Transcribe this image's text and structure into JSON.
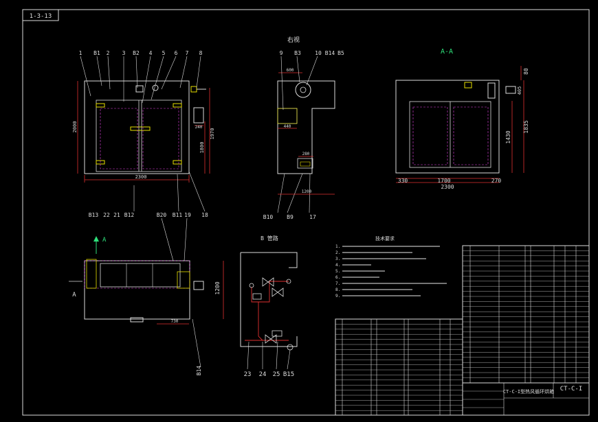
{
  "drawing_code": "1-3-13",
  "views": {
    "front": {
      "callouts": [
        "1",
        "B1",
        "2",
        "3",
        "B2",
        "4",
        "5",
        "6",
        "7",
        "8"
      ],
      "bottom_callouts": [
        "B13",
        "22",
        "21",
        "B12",
        "B11",
        "18"
      ],
      "dims": {
        "width": "2300",
        "height": "2000",
        "d1": "1970",
        "d2": "1800",
        "d3": "240"
      }
    },
    "side": {
      "title": "右视",
      "callouts": [
        "9",
        "B3",
        "10",
        "B14",
        "B5"
      ],
      "bottom_callouts": [
        "B10",
        "B9",
        "17"
      ],
      "dims": {
        "top": "600",
        "box": "440",
        "fan": "280",
        "base": "1200"
      }
    },
    "section": {
      "title": "A-A",
      "dims": {
        "top": "80",
        "side1": "405",
        "height": "1835",
        "inner": "1430",
        "left": "330",
        "mid": "1700",
        "right": "270",
        "total": "2300"
      }
    },
    "top": {
      "marker": "A",
      "section_letter": "A",
      "callouts": [
        "B20",
        "19"
      ],
      "bottom_callout": "B14",
      "dims": {
        "depth": "1200",
        "bottom": "730"
      }
    },
    "piping": {
      "title": "B 管路",
      "callouts": [
        "23",
        "24",
        "25",
        "B15"
      ]
    }
  },
  "notes": {
    "title": "技术要求",
    "items": [
      "1.",
      "2.",
      "3.",
      "4.",
      "5.",
      "6.",
      "7.",
      "8.",
      "9."
    ]
  },
  "title_block": {
    "drawing_no": "CT-C-I",
    "name": "CT-C-I型热风循环烘箱"
  }
}
